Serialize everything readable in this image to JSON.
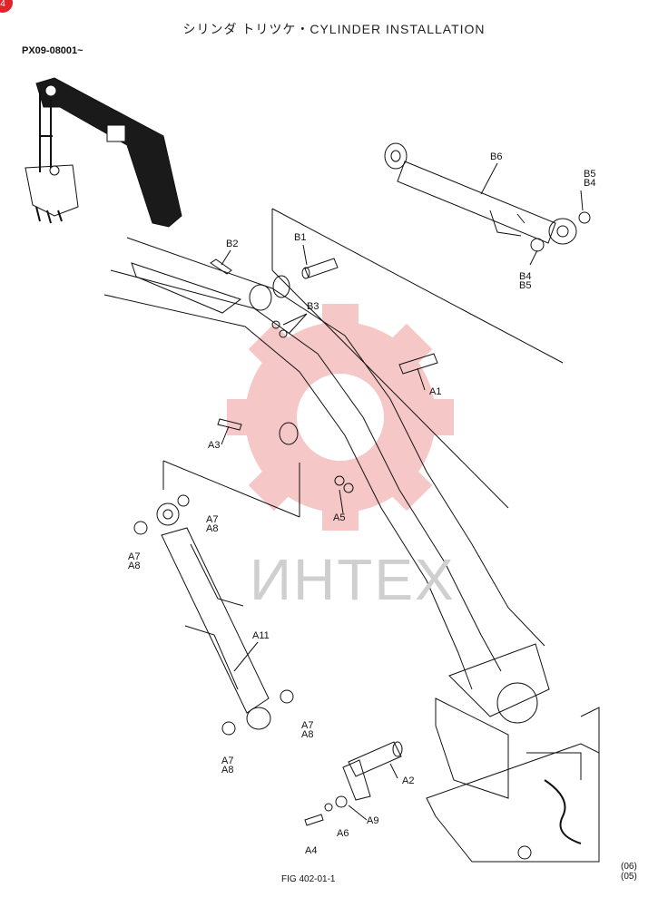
{
  "header": {
    "title": "シリンダ トリツケ・CYLINDER INSTALLATION",
    "serial": "PX09-08001~"
  },
  "watermark": {
    "text": "ИНТЕХ",
    "color": "#f2a7a7"
  },
  "corner_badge": "4",
  "callouts": {
    "A1": "A1",
    "A2": "A2",
    "A3": "A3",
    "A4": "A4",
    "A5": "A5",
    "A6": "A6",
    "A7": "A7",
    "A8": "A8",
    "A9": "A9",
    "A11": "A11",
    "B1": "B1",
    "B2": "B2",
    "B3": "B3",
    "B4": "B4",
    "B5": "B5",
    "B6": "B6"
  },
  "footer": {
    "figure": "FIG 402-01-1",
    "revisions": [
      "(06)",
      "(05)"
    ]
  }
}
